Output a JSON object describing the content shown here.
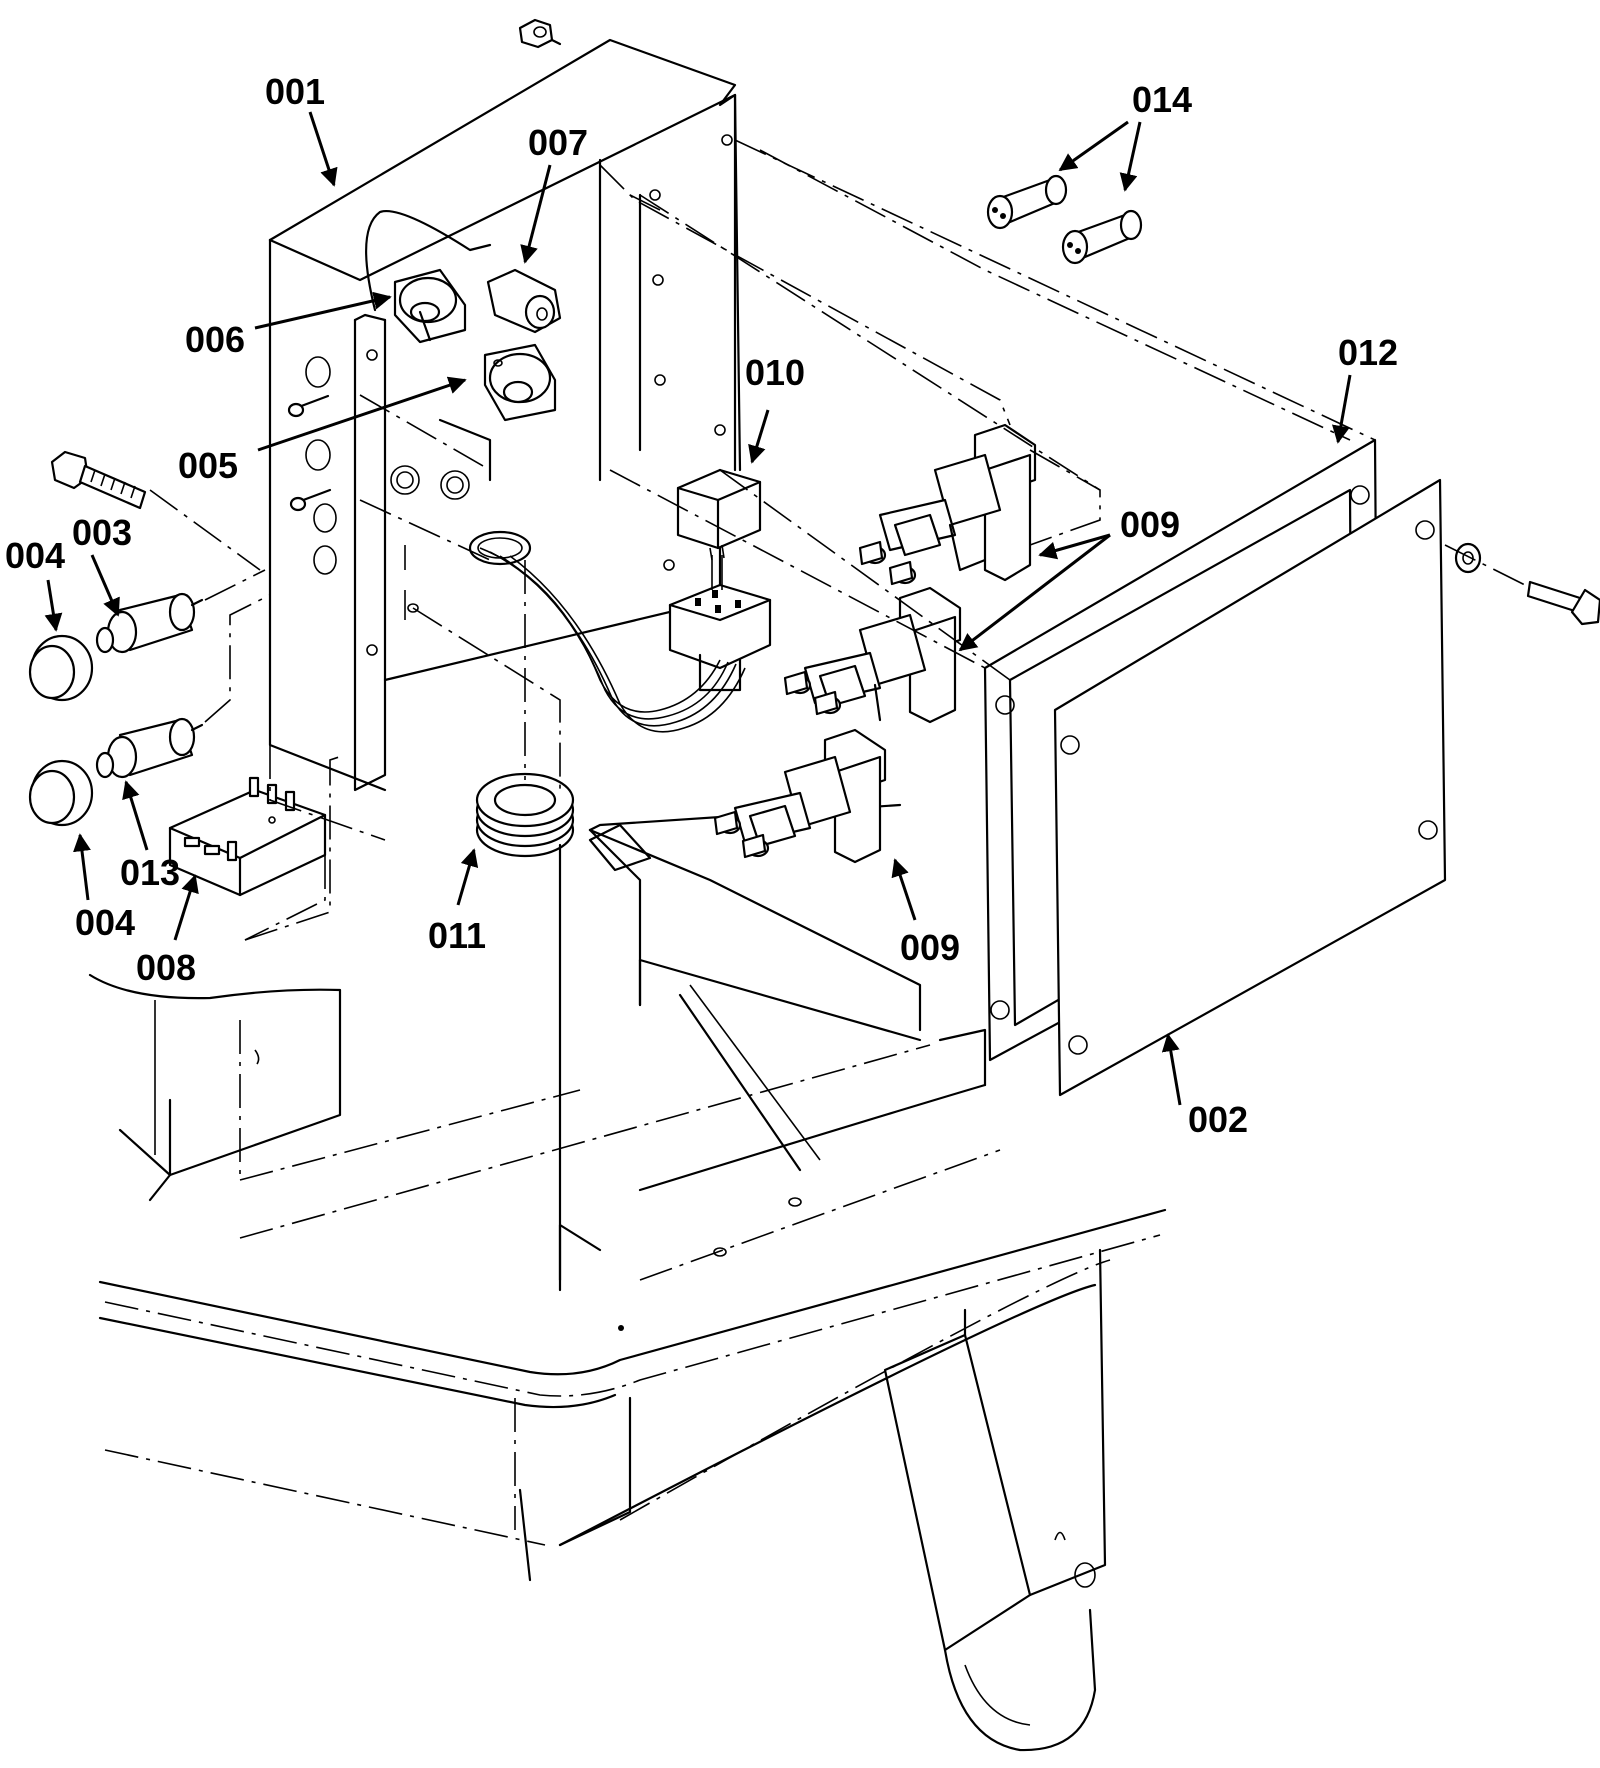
{
  "callouts": {
    "c001": "001",
    "c002": "002",
    "c003": "003",
    "c004a": "004",
    "c004b": "004",
    "c005": "005",
    "c006": "006",
    "c007": "007",
    "c008": "008",
    "c009a": "009",
    "c009b": "009",
    "c010": "010",
    "c011": "011",
    "c012": "012",
    "c013": "013",
    "c014": "014"
  }
}
